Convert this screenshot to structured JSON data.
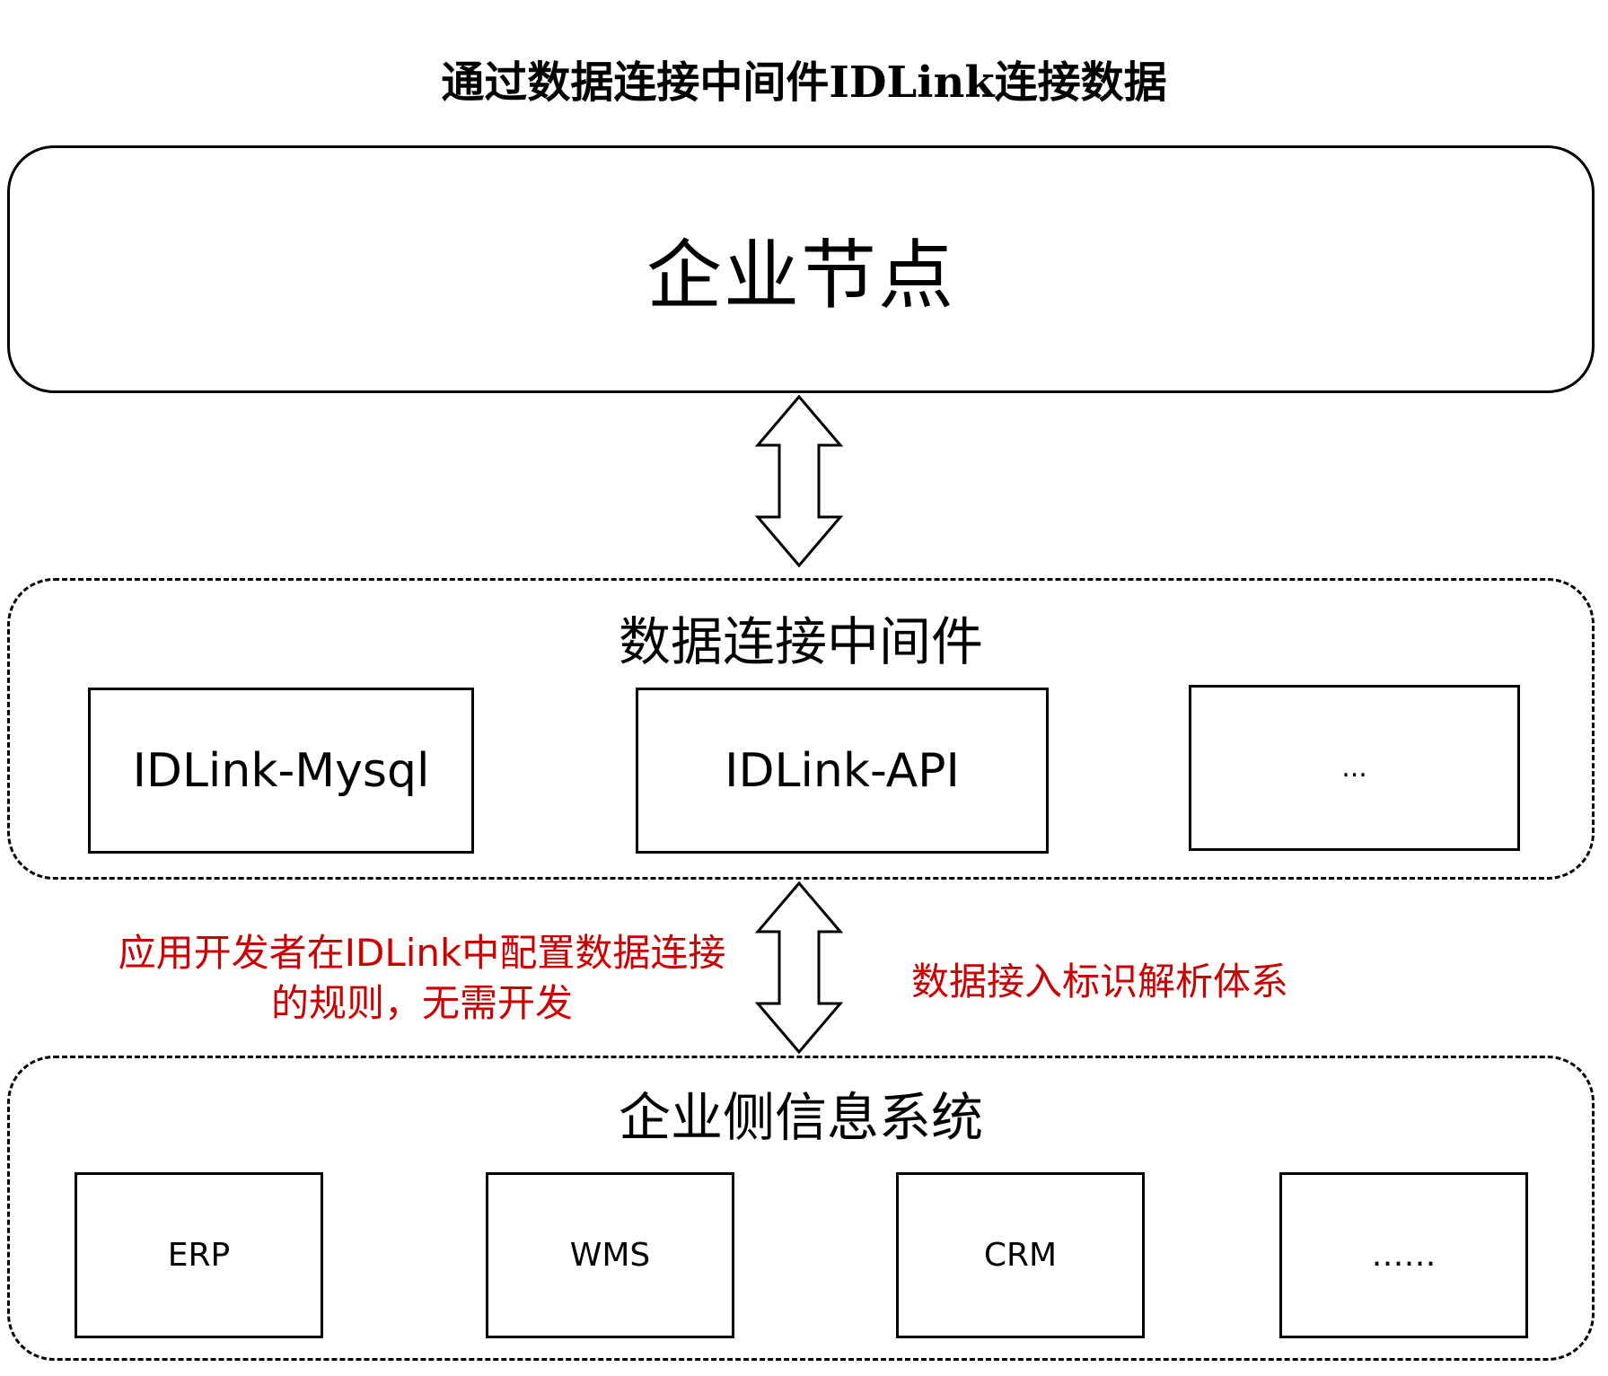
{
  "title": "通过数据连接中间件IDLink连接数据",
  "enterprise_node": {
    "label": "企业节点"
  },
  "middleware": {
    "title": "数据连接中间件",
    "components": [
      "IDLink-Mysql",
      "IDLink-API",
      "..."
    ]
  },
  "enterprise_systems": {
    "title": "企业侧信息系统",
    "systems": [
      "ERP",
      "WMS",
      "CRM",
      "……"
    ]
  },
  "annotations": {
    "left_line1": "应用开发者在IDLink中配置数据连接",
    "left_line2": "的规则，无需开发",
    "right": "数据接入标识解析体系",
    "color": "#cc0000"
  }
}
